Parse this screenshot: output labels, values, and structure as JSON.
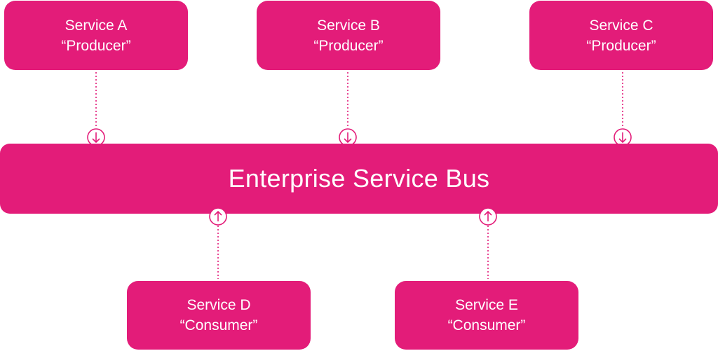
{
  "producers": [
    {
      "name": "Service A",
      "role": "“Producer”"
    },
    {
      "name": "Service B",
      "role": "“Producer”"
    },
    {
      "name": "Service C",
      "role": "“Producer”"
    }
  ],
  "bus": {
    "label": "Enterprise Service Bus"
  },
  "consumers": [
    {
      "name": "Service D",
      "role": "“Consumer”"
    },
    {
      "name": "Service E",
      "role": "“Consumer”"
    }
  ],
  "colors": {
    "accent": "#e31c79",
    "text": "#ffffff"
  },
  "icons": {
    "producer_connector": "arrow-down-circle-icon",
    "consumer_connector": "arrow-up-circle-icon"
  }
}
